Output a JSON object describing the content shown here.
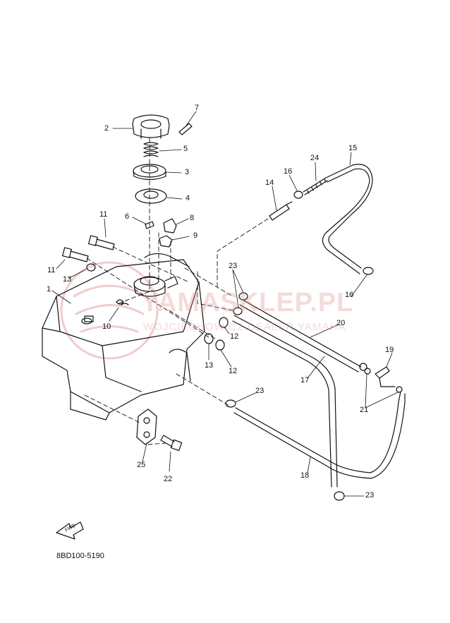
{
  "watermark": {
    "brand": "YAMASKLEP.PL",
    "dealer": "WOJCIECHOWICZ DEALER YAMAHA"
  },
  "diagram_code": "8BD100-5190",
  "fwd_label": "FWD",
  "callouts": {
    "c1": "1",
    "c2": "2",
    "c3": "3",
    "c4": "4",
    "c5": "5",
    "c6": "6",
    "c7": "7",
    "c8": "8",
    "c9": "9",
    "c10": "10",
    "c11a": "11",
    "c11b": "11",
    "c12a": "12",
    "c12b": "12",
    "c13a": "13",
    "c13b": "13",
    "c14": "14",
    "c15": "15",
    "c16a": "16",
    "c16b": "16",
    "c17": "17",
    "c18": "18",
    "c19": "19",
    "c20": "20",
    "c21": "21",
    "c22": "22",
    "c23a": "23",
    "c23b": "23",
    "c23c": "23",
    "c24": "24",
    "c25": "25"
  }
}
